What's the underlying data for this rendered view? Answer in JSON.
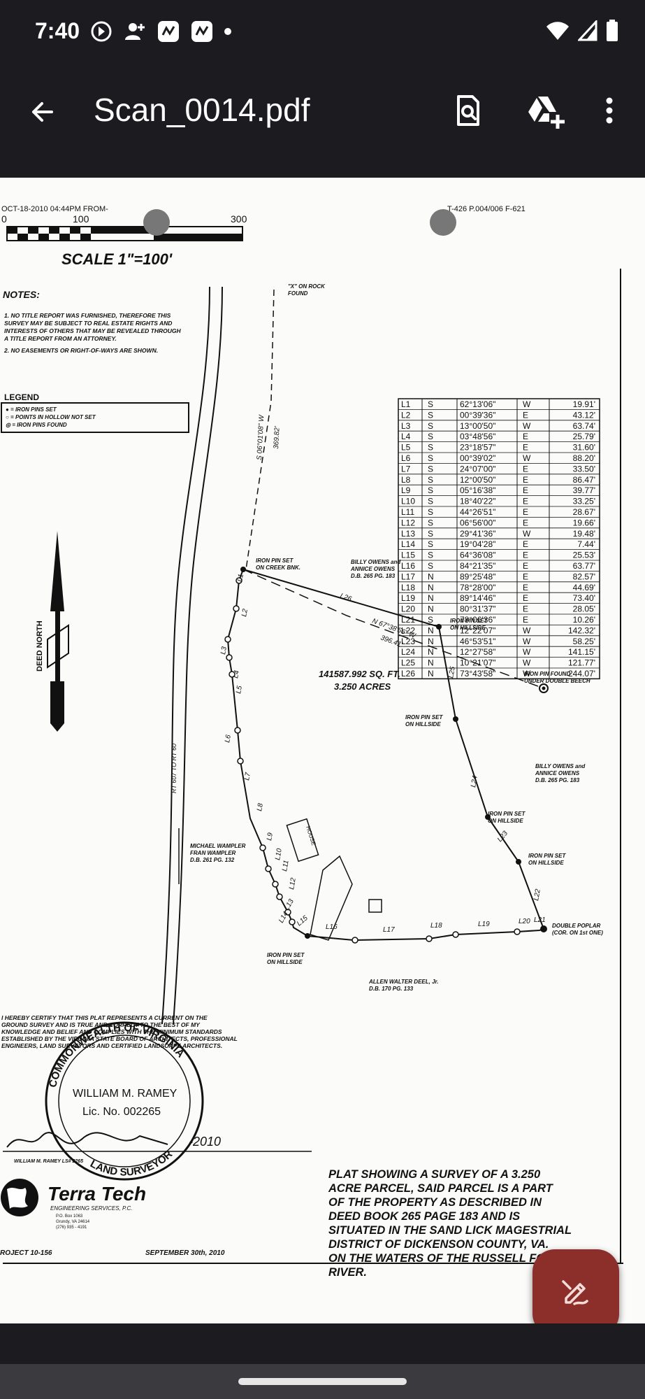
{
  "status_bar": {
    "time": "7:40"
  },
  "app_bar": {
    "title": "Scan_0014.pdf",
    "icons": [
      "back-arrow-icon",
      "search-document-icon",
      "add-to-drive-icon",
      "more-vert-icon"
    ]
  },
  "plat": {
    "fax_header_left": "OCT-18-2010  04:44PM     FROM-",
    "fax_header_right": "T-426    P.004/006    F-621",
    "scale_ticks": [
      "0",
      "100",
      "300"
    ],
    "scale_label": "SCALE 1\"=100'",
    "notes_title": "NOTES:",
    "notes": [
      "1. NO TITLE REPORT WAS FURNISHED, THEREFORE THIS",
      "SURVEY MAY BE SUBJECT TO REAL ESTATE RIGHTS AND",
      "INTERESTS OF OTHERS THAT MAY BE REVEALED THROUGH",
      "A TITLE REPORT FROM AN ATTORNEY.",
      "2. NO EASEMENTS OR RIGHT-OF-WAYS ARE SHOWN."
    ],
    "legend_title": "LEGEND",
    "legend_items": [
      "● = IRON PINS SET",
      "○ = POINTS IN HOLLOW NOT SET",
      "◎ = IRON PINS FOUND"
    ],
    "north_label": "DEED NORTH",
    "line_table": [
      [
        "L1",
        "S",
        "62°13'06\"",
        "W",
        "19.91'"
      ],
      [
        "L2",
        "S",
        "00°39'36\"",
        "E",
        "43.12'"
      ],
      [
        "L3",
        "S",
        "13°00'50\"",
        "W",
        "63.74'"
      ],
      [
        "L4",
        "S",
        "03°48'56\"",
        "E",
        "25.79'"
      ],
      [
        "L5",
        "S",
        "23°18'57\"",
        "E",
        "31.60'"
      ],
      [
        "L6",
        "S",
        "00°39'02\"",
        "W",
        "88.20'"
      ],
      [
        "L7",
        "S",
        "24°07'00\"",
        "E",
        "33.50'"
      ],
      [
        "L8",
        "S",
        "12°00'50\"",
        "E",
        "86.47'"
      ],
      [
        "L9",
        "S",
        "05°16'38\"",
        "E",
        "39.77'"
      ],
      [
        "L10",
        "S",
        "18°40'22\"",
        "E",
        "33.25'"
      ],
      [
        "L11",
        "S",
        "44°26'51\"",
        "E",
        "28.67'"
      ],
      [
        "L12",
        "S",
        "06°56'00\"",
        "E",
        "19.66'"
      ],
      [
        "L13",
        "S",
        "29°41'36\"",
        "W",
        "19.48'"
      ],
      [
        "L14",
        "S",
        "19°04'28\"",
        "E",
        "7.44'"
      ],
      [
        "L15",
        "S",
        "64°36'08\"",
        "E",
        "25.53'"
      ],
      [
        "L16",
        "S",
        "84°21'35\"",
        "E",
        "63.77'"
      ],
      [
        "L17",
        "N",
        "89°25'48\"",
        "E",
        "82.57'"
      ],
      [
        "L18",
        "N",
        "78°28'00\"",
        "E",
        "44.69'"
      ],
      [
        "L19",
        "N",
        "89°14'46\"",
        "E",
        "73.40'"
      ],
      [
        "L20",
        "N",
        "80°31'37\"",
        "E",
        "28.05'"
      ],
      [
        "L21",
        "S",
        "78°06'36\"",
        "E",
        "10.26'"
      ],
      [
        "L22",
        "N",
        "12°22'07\"",
        "W",
        "142.32'"
      ],
      [
        "L23",
        "N",
        "46°53'51\"",
        "W",
        "58.25'"
      ],
      [
        "L24",
        "N",
        "12°27'58\"",
        "W",
        "141.15'"
      ],
      [
        "L25",
        "N",
        "10°21'07\"",
        "W",
        "121.77'"
      ],
      [
        "L26",
        "N",
        "73°43'58\"",
        "W",
        "244.07'"
      ]
    ],
    "rock_found": [
      "\"X\" ON ROCK",
      "FOUND"
    ],
    "bearing_north_line": "S 06°01'08\" W",
    "dist_north_line": "369.82'",
    "pin_set_creek": [
      "IRON PIN SET",
      "ON CREEK BNK."
    ],
    "owner_north": [
      "BILLY OWENS and",
      "ANNICE OWENS",
      "D.B. 265 PG. 183"
    ],
    "l26_label": "L26",
    "bearing_l26": "N 67°38'56\" W",
    "dist_l26": "396.41'",
    "pin_set_hillside_1": [
      "IRON PIN SET",
      "ON HILLSIDE"
    ],
    "pin_found_beech": [
      "IRON PIN FOUND",
      "UNDER DOUBLE BEECH"
    ],
    "area_sqft": "141587.992 SQ. FT.",
    "area_acres": "3.250 ACRES",
    "pin_set_hillside_2": [
      "IRON PIN SET",
      "ON HILLSIDE"
    ],
    "owner_east": [
      "BILLY OWENS and",
      "ANNICE OWENS",
      "D.B. 265 PG. 183"
    ],
    "pin_set_hillside_3": [
      "IRON PIN SET",
      "ON HILLSIDE"
    ],
    "pin_set_hillside_4": [
      "IRON PIN SET",
      "ON HILLSIDE"
    ],
    "road_label": "RT 607 TO RT 60",
    "house_label": "HOUSE",
    "owner_west": [
      "MICHAEL WAMPLER",
      "FRAN WAMPLER",
      "D.B. 261 PG. 132"
    ],
    "double_poplar": [
      "DOUBLE POPLAR",
      "(COR. ON 1st ONE)"
    ],
    "pin_set_hillside_5": [
      "IRON PIN SET",
      "ON HILLSIDE"
    ],
    "owner_south": [
      "ALLEN WALTER DEEL, Jr.",
      "D.B. 170 PG. 133"
    ],
    "line_labels": [
      "L1",
      "L2",
      "L3",
      "L4",
      "L5",
      "L6",
      "L7",
      "L8",
      "L9",
      "L10",
      "L11",
      "L12",
      "L13",
      "L14",
      "L15",
      "L16",
      "L17",
      "L18",
      "L19",
      "L20",
      "L21",
      "L22",
      "L23",
      "L24",
      "L25"
    ],
    "certification": [
      "I HEREBY CERTIFY THAT THIS PLAT REPRESENTS A CURRENT ON THE",
      "GROUND SURVEY AND IS TRUE AND CORRECT TO THE BEST OF MY",
      "KNOWLEDGE AND BELIEF AND COMPLIES WITH THE MINIMUM STANDARDS",
      "ESTABLISHED BY THE VIRGINIA STATE BOARD OF ARCHITECTS, PROFESSIONAL",
      "ENGINEERS, LAND SURVEYORS AND CERTIFIED LANDSCAPE ARCHITECTS."
    ],
    "seal_outer": "COMMONWEALTH OF VIRGINIA",
    "seal_bottom": "LAND SURVEYOR",
    "seal_name": "WILLIAM M. RAMEY",
    "seal_lic": "Lic. No. 002265",
    "signature_date": "-2010",
    "signature_caption": "WILLIAM M. RAMEY LS# 2265",
    "company_name": "Terra Tech",
    "company_sub": "ENGINEERING SERVICES, P.C.",
    "company_addr": [
      "P.O. Box 1063",
      "Grundy, VA  24614",
      "(276) 935 - 4191"
    ],
    "project": "ROJECT 10-156",
    "date": "SEPTEMBER 30th, 2010",
    "title_block": [
      "PLAT SHOWING A SURVEY OF A 3.250",
      "ACRE PARCEL, SAID PARCEL IS A PART",
      "OF THE PROPERTY AS DESCRIBED IN",
      "DEED BOOK 265 PAGE 183 AND IS",
      "SITUATED IN THE SAND LICK MAGESTRIAL",
      "DISTRICT OF DICKENSON COUNTY, VA.",
      "ON THE WATERS OF THE RUSSELL FORK",
      "RIVER."
    ]
  },
  "fab": {
    "icon": "edit-pen-icon"
  }
}
